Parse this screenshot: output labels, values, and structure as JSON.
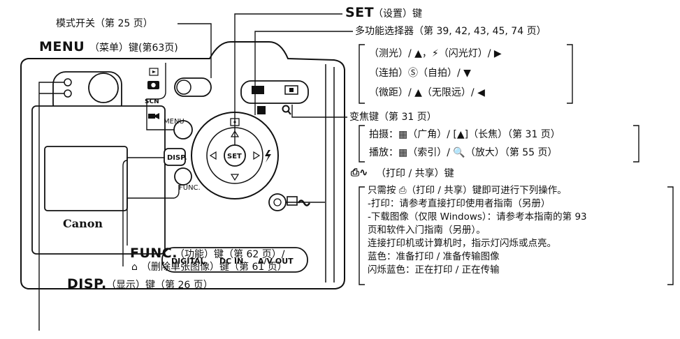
{
  "labels": {
    "mode_switch": "模式开关（第 25 页）",
    "set_key": "SET",
    "set_suffix": "（设置）键",
    "menu_key": "MENU",
    "menu_suffix": "（菜单）键(第63页)",
    "multi_selector": "多功能选择器（第 39, 42, 43, 45, 74 页）",
    "ms_line1": "（测光）/ ▲，⚡（闪光灯）/ ▶",
    "ms_line2": "（连拍）Ⓢ（自拍）/ ▼",
    "ms_line3": "（微距）/ ▲（无限远）/ ◀",
    "zoom_key": "变焦键（第 31 页）",
    "zoom_line1": "拍摄：▦（广角）/ [▲]（长焦）（第 31 页）",
    "zoom_line2": "播放：▦（索引）/ 🔍（放大）（第 55 页）",
    "print_key": "（打印 / 共享）键",
    "print_note": [
      "只需按 ⎙（打印 / 共享）键即可进行下列操作。",
      "-打印：请参考直接打印使用者指南（另册）",
      "-下载图像（仅限 Windows）：请参考本指南的第 93",
      "页和软件入门指南（另册）。",
      "连接打印机或计算机时，指示灯闪烁或点亮。",
      "蓝色：准备打印 / 准备传输图像",
      "闪烁蓝色：正在打印 / 正在传输"
    ],
    "func_key": "FUNC.",
    "func_suffix": "（功能）键（第 62 页）/",
    "delete_key": "（删除单张图像）键（第 61 页）",
    "disp_key": "DISP.",
    "disp_suffix": "（显示）键（第 26 页）"
  },
  "camera": {
    "brand": "Canon",
    "menu_label": "MENU",
    "func_label": "FUNC.",
    "disp_label": "DISP.",
    "set_label": "SET",
    "scn_label": "SCN",
    "ports": [
      "DIGITAL",
      "DC IN",
      "A/V OUT"
    ]
  }
}
